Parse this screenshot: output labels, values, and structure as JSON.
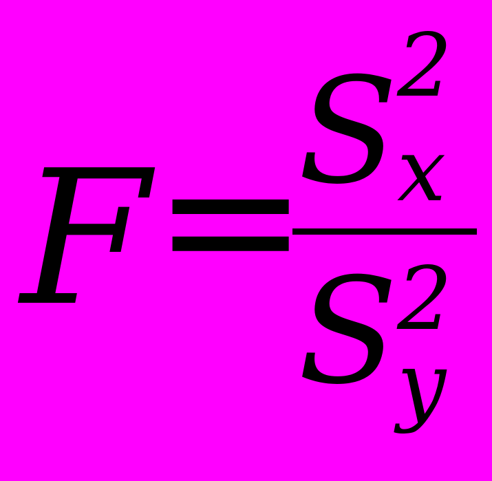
{
  "formula": {
    "lhs": "F",
    "relation": "=",
    "fraction": {
      "numerator": {
        "base": "S",
        "superscript": "2",
        "subscript": "x"
      },
      "denominator": {
        "base": "S",
        "superscript": "2",
        "subscript": "y"
      }
    }
  },
  "colors": {
    "background": "#FF00FF",
    "text": "#000000",
    "fraction_bar": "#000000"
  }
}
